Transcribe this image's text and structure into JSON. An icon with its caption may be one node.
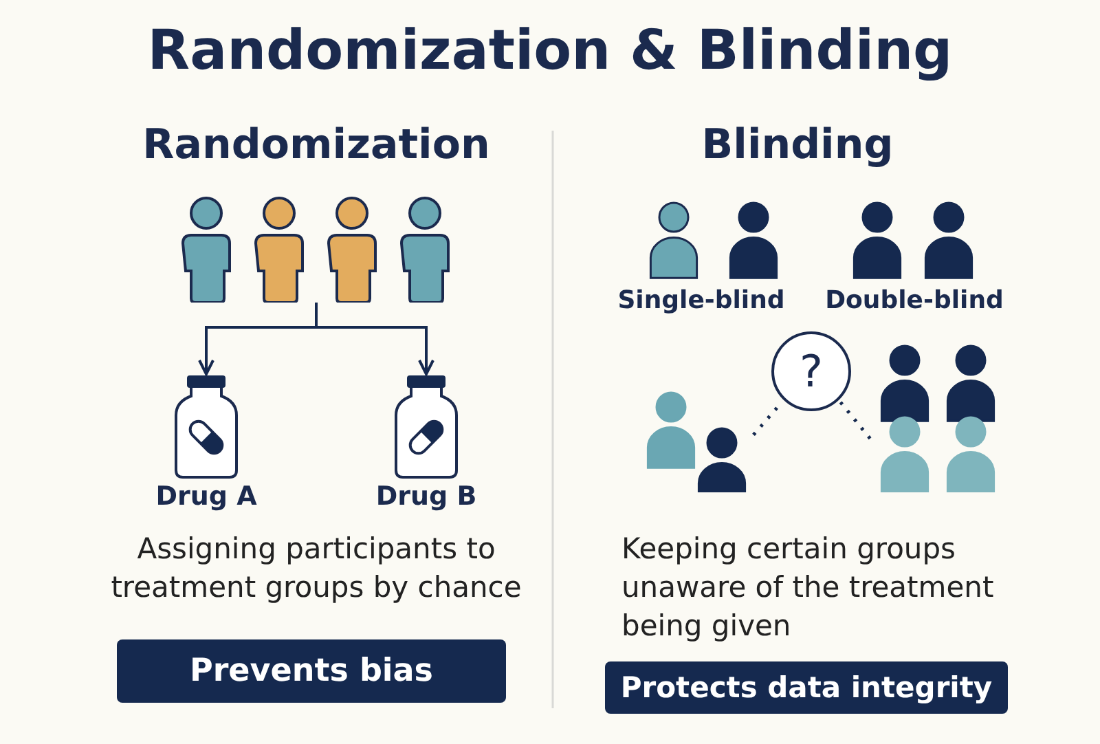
{
  "diagram": {
    "title": "Randomization & Blinding",
    "nodes": [
      {
        "text": [],
        "shape": "person"
      },
      {
        "text": [
          "Drug A"
        ]
      },
      {
        "text": [
          "Drug B"
        ]
      },
      {
        "text": [
          "Prevents bias"
        ]
      },
      {
        "text": [],
        "shape": "person"
      },
      {
        "text": [
          "?"
        ]
      },
      {
        "text": [],
        "shape": "person"
      },
      {
        "text": [
          "Protects data integrity"
        ]
      }
    ],
    "edges": [
      {
        "from": 0,
        "to": 1,
        "arrow": "to"
      },
      {
        "from": 0,
        "to": 2,
        "arrow": "to"
      },
      {
        "from": 4,
        "to": 5,
        "arrow": "none",
        "style": "dashed"
      },
      {
        "from": 5,
        "to": 6,
        "arrow": "none",
        "style": "dashed"
      }
    ],
    "labels": [
      "Randomization",
      "Blinding",
      "Single-blind",
      "Double-blind",
      "Assigning participants to treatment groups by chance",
      "Keeping certain groups unaware of the treatment being given"
    ]
  }
}
